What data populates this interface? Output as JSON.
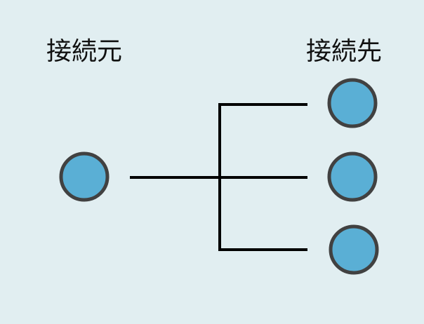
{
  "labels": {
    "source": "接続元",
    "target": "接続先"
  },
  "colors": {
    "background": "#e1eef1",
    "node_fill": "#5aafd5",
    "node_stroke": "#414141",
    "connector": "#000000"
  },
  "nodes": {
    "source_count": 1,
    "target_count": 3
  }
}
